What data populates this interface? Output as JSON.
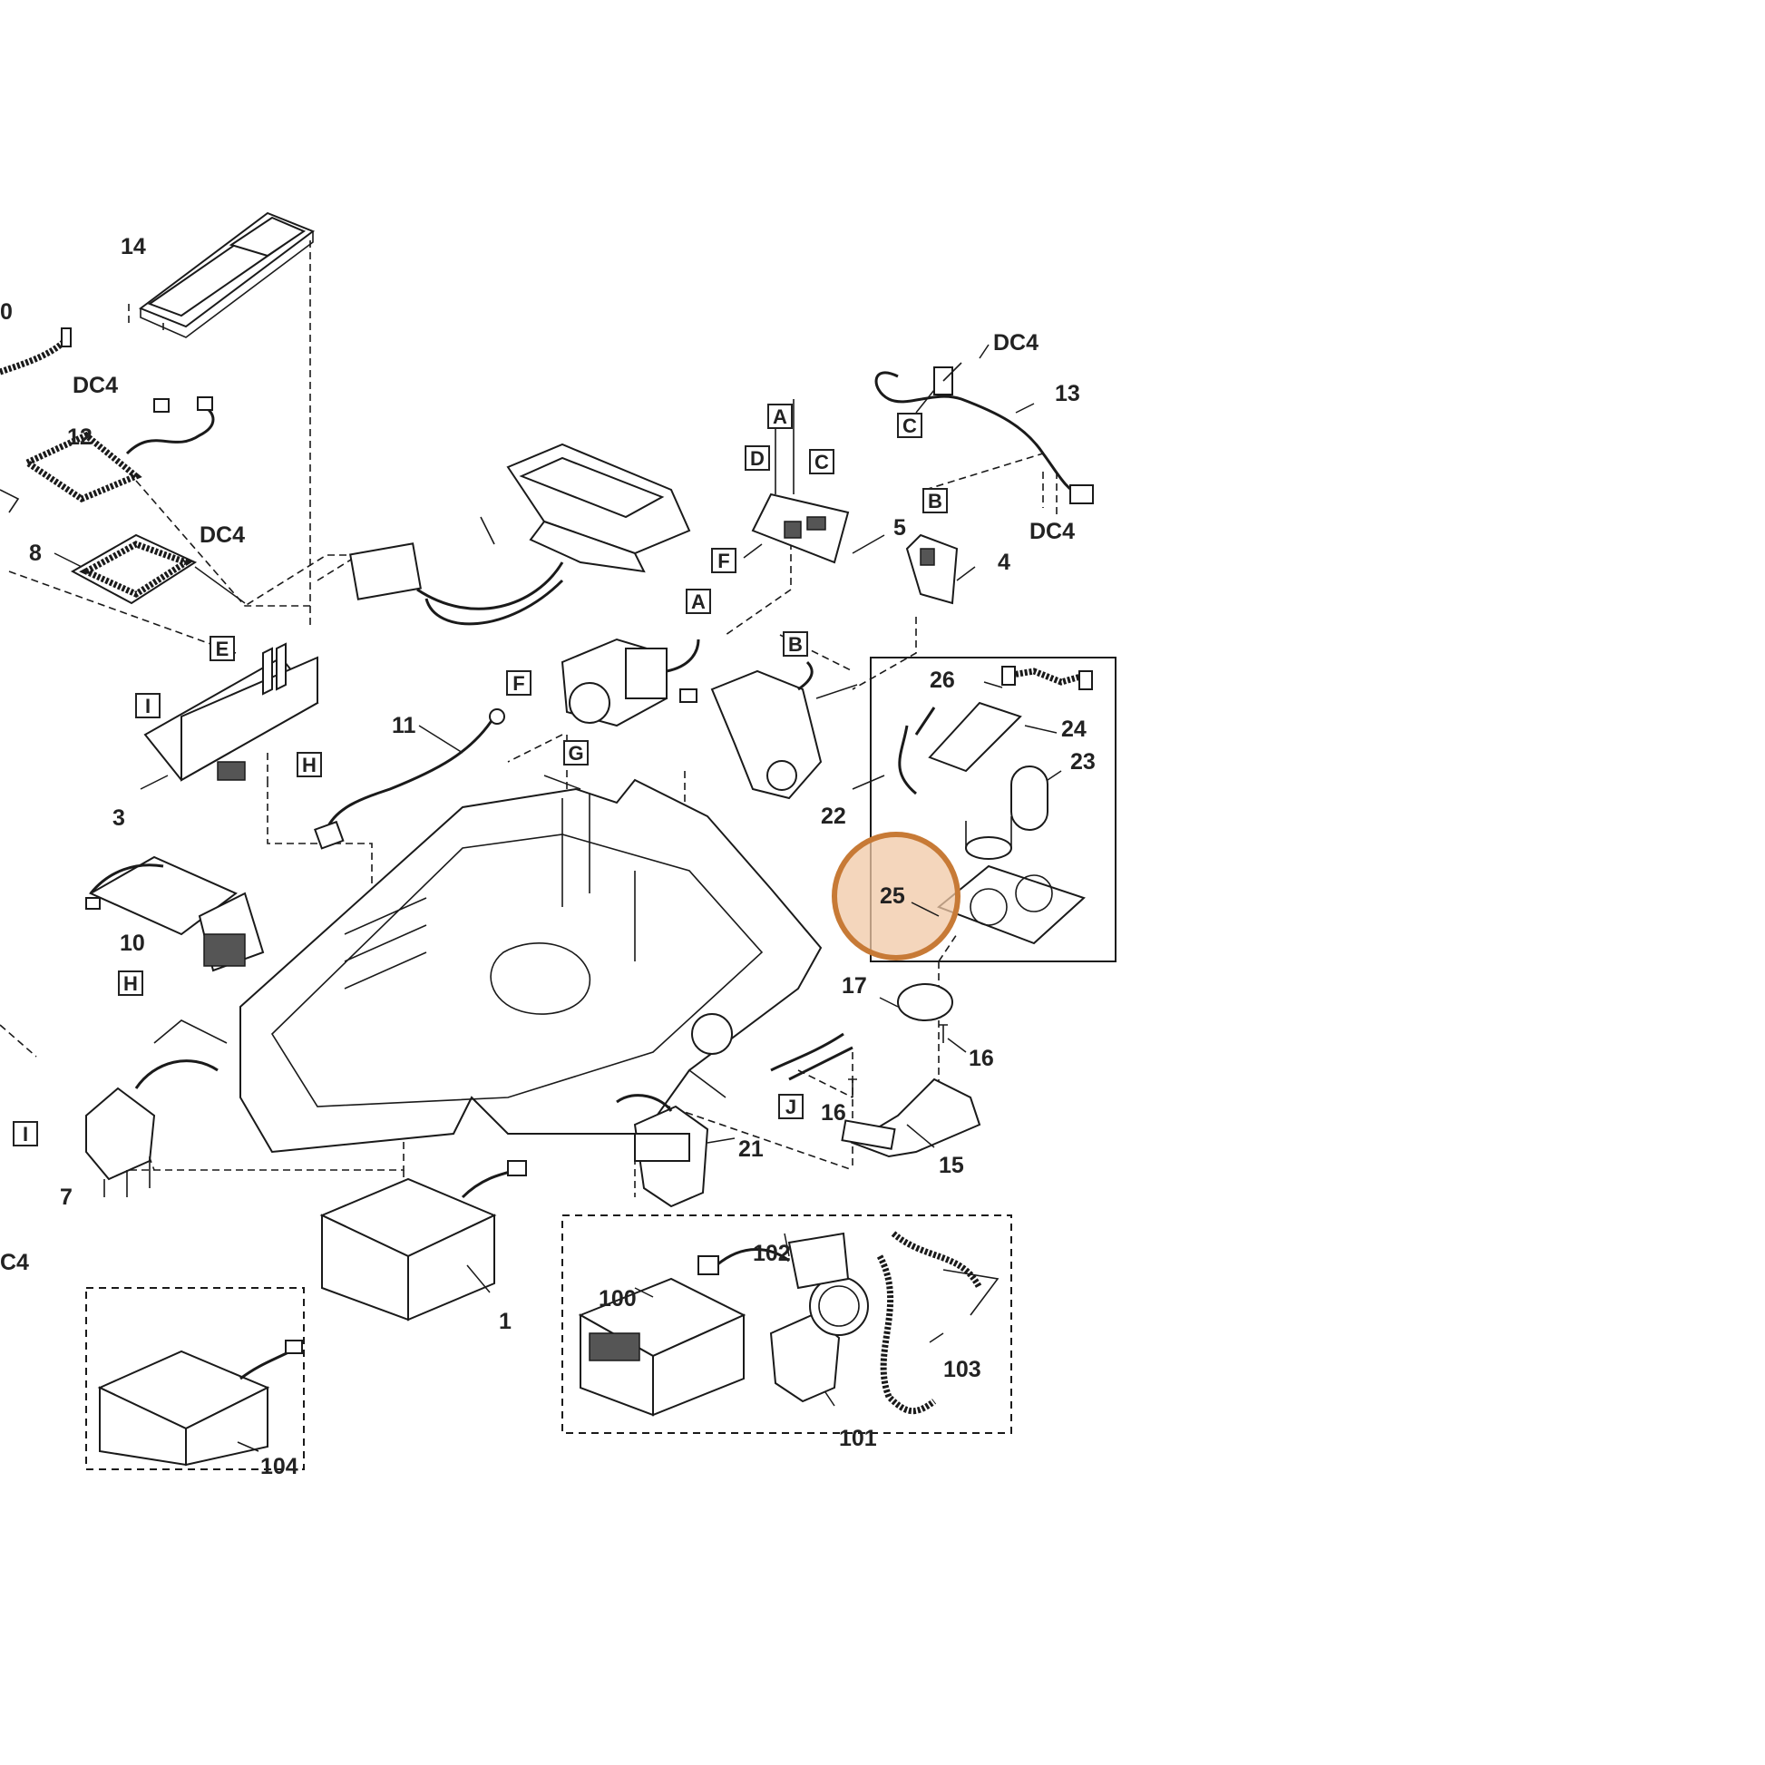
{
  "highlight": {
    "label": "25",
    "fill": "#f0c8a6",
    "stroke": "#c77a36"
  },
  "labels": {
    "p0": "0",
    "p1": "1",
    "p3": "3",
    "p4": "4",
    "p5": "5",
    "p7": "7",
    "p8": "8",
    "p10": "10",
    "p11": "11",
    "p12": "12",
    "p13": "13",
    "p14": "14",
    "p15": "15",
    "p16a": "16",
    "p16b": "16",
    "p17": "17",
    "p21": "21",
    "p22": "22",
    "p23": "23",
    "p24": "24",
    "p26": "26",
    "p100": "100",
    "p101": "101",
    "p102": "102",
    "p103": "103",
    "p104": "104",
    "dc4_a": "DC4",
    "dc4_b": "DC4",
    "dc4_c": "DC4",
    "dc4_d": "DC4",
    "c4_e": "C4"
  },
  "connectors": {
    "a1": "A",
    "a2": "A",
    "b1": "B",
    "b2": "B",
    "c1": "C",
    "c2": "C",
    "d1": "D",
    "e1": "E",
    "f1": "F",
    "f2": "F",
    "g1": "G",
    "h1": "H",
    "h2": "H",
    "i1": "I",
    "i2": "I",
    "j1": "J"
  }
}
